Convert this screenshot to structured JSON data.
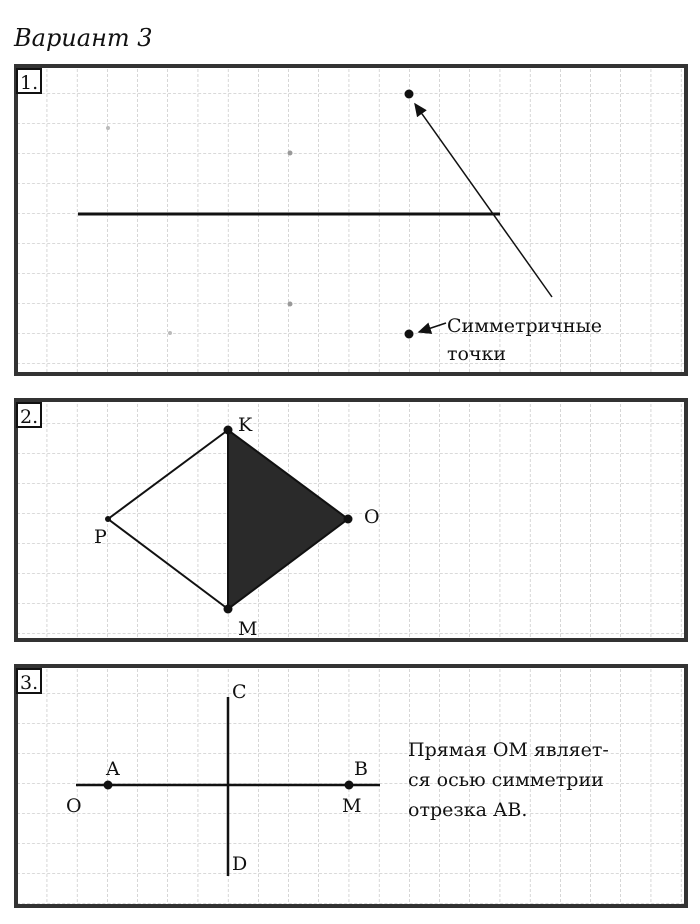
{
  "title": "Вариант 3",
  "tasks": [
    {
      "number": "1.",
      "caption_lines": [
        "Симметричные",
        "точки"
      ]
    },
    {
      "number": "2.",
      "points": {
        "K": "K",
        "O": "O",
        "M": "M",
        "P": "P"
      }
    },
    {
      "number": "3.",
      "points": {
        "C": "C",
        "D": "D",
        "A": "A",
        "B": "B",
        "O": "O",
        "M": "M"
      },
      "caption_lines": [
        "Прямая ОМ являет-",
        "ся осью симметрии",
        "отрезка АВ."
      ]
    }
  ]
}
